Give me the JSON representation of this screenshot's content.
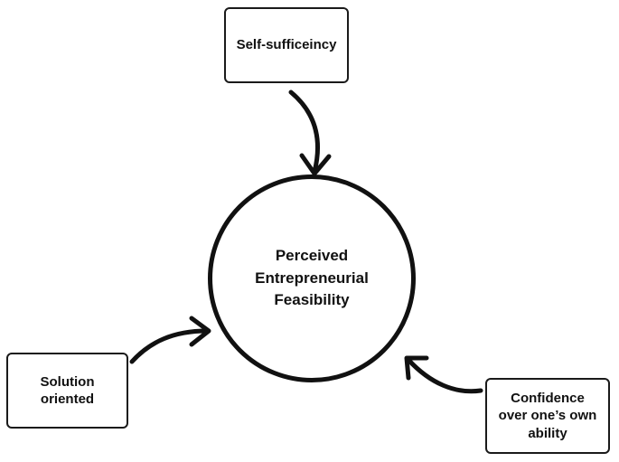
{
  "center": {
    "label": "Perceived\nEntrepreneurial\nFeasibility"
  },
  "factors": {
    "top": "Self-sufficeincy",
    "left": "Solution\noriented",
    "right": "Confidence\nover one’s own\nability"
  },
  "colors": {
    "stroke": "#111111",
    "background": "#ffffff"
  }
}
